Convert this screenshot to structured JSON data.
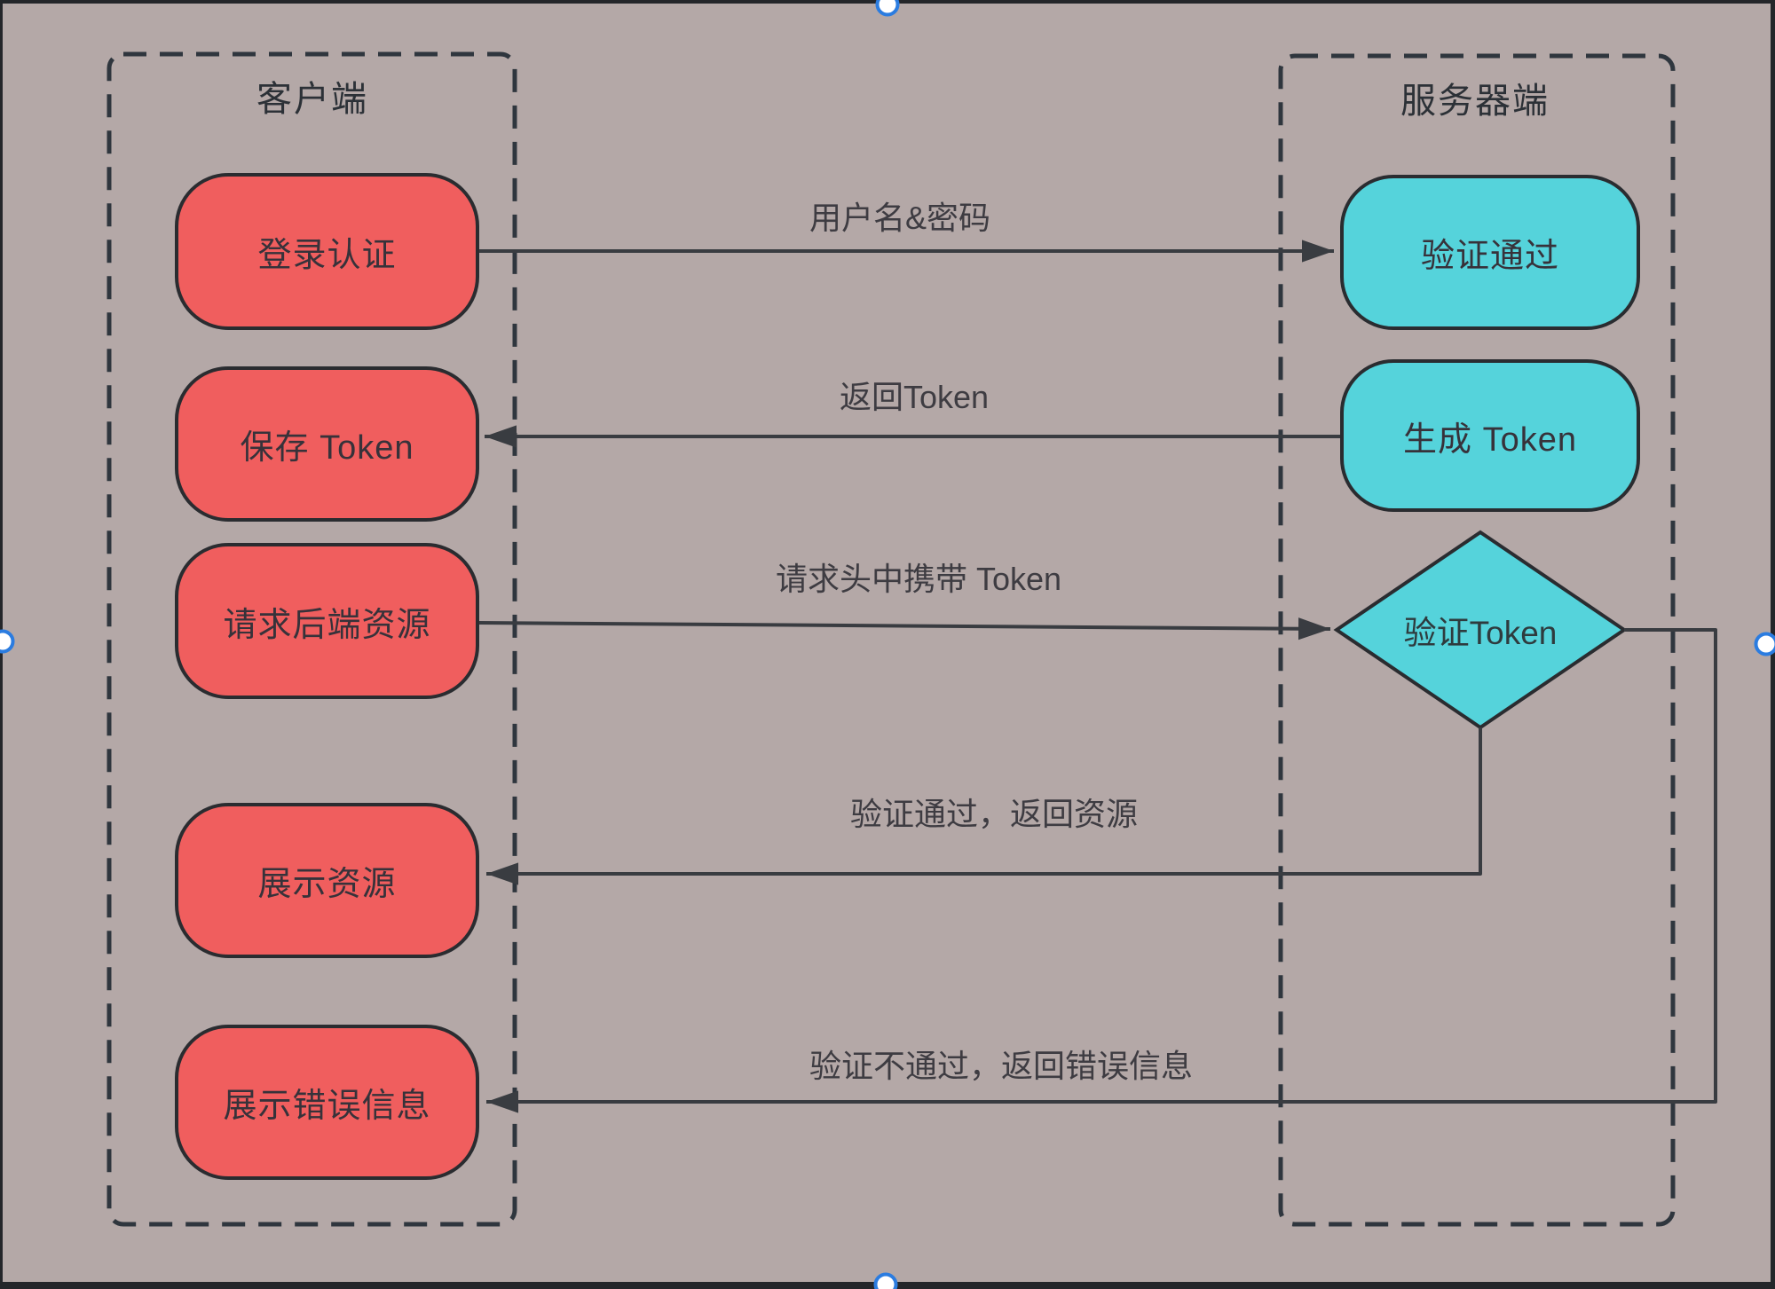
{
  "canvas": {
    "background": "#b4a8a7",
    "frame_color": "#24262a"
  },
  "groups": {
    "client": {
      "label": "客户端"
    },
    "server": {
      "label": "服务器端"
    }
  },
  "client_nodes": [
    {
      "label": "登录认证"
    },
    {
      "label": "保存 Token"
    },
    {
      "label": "请求后端资源"
    },
    {
      "label": "展示资源"
    },
    {
      "label": "展示错误信息"
    }
  ],
  "server_nodes": [
    {
      "label": "验证通过"
    },
    {
      "label": "生成 Token"
    }
  ],
  "decision": {
    "label": "验证Token"
  },
  "arrows": [
    {
      "label": "用户名&密码",
      "from": "登录认证",
      "to": "验证通过",
      "direction": "right"
    },
    {
      "label": "返回Token",
      "from": "生成 Token",
      "to": "保存 Token",
      "direction": "left"
    },
    {
      "label": "请求头中携带 Token",
      "from": "请求后端资源",
      "to": "验证Token",
      "direction": "right"
    },
    {
      "label": "验证通过，返回资源",
      "from": "验证Token",
      "to": "展示资源",
      "direction": "left"
    },
    {
      "label": "验证不通过，返回错误信息",
      "from": "验证Token",
      "to": "展示错误信息",
      "direction": "left"
    }
  ],
  "colors": {
    "client_node_fill": "#f05e5e",
    "server_node_fill": "#55d3db",
    "node_border": "#2a2c30",
    "dashed_border": "#2f363e",
    "arrow": "#393c41",
    "node_text": "#37323a",
    "label_text": "#3e3c42",
    "handle_ring": "#2b7ce0"
  },
  "selection_handles": [
    {
      "position": "top"
    },
    {
      "position": "bottom"
    },
    {
      "position": "left"
    },
    {
      "position": "right"
    }
  ]
}
